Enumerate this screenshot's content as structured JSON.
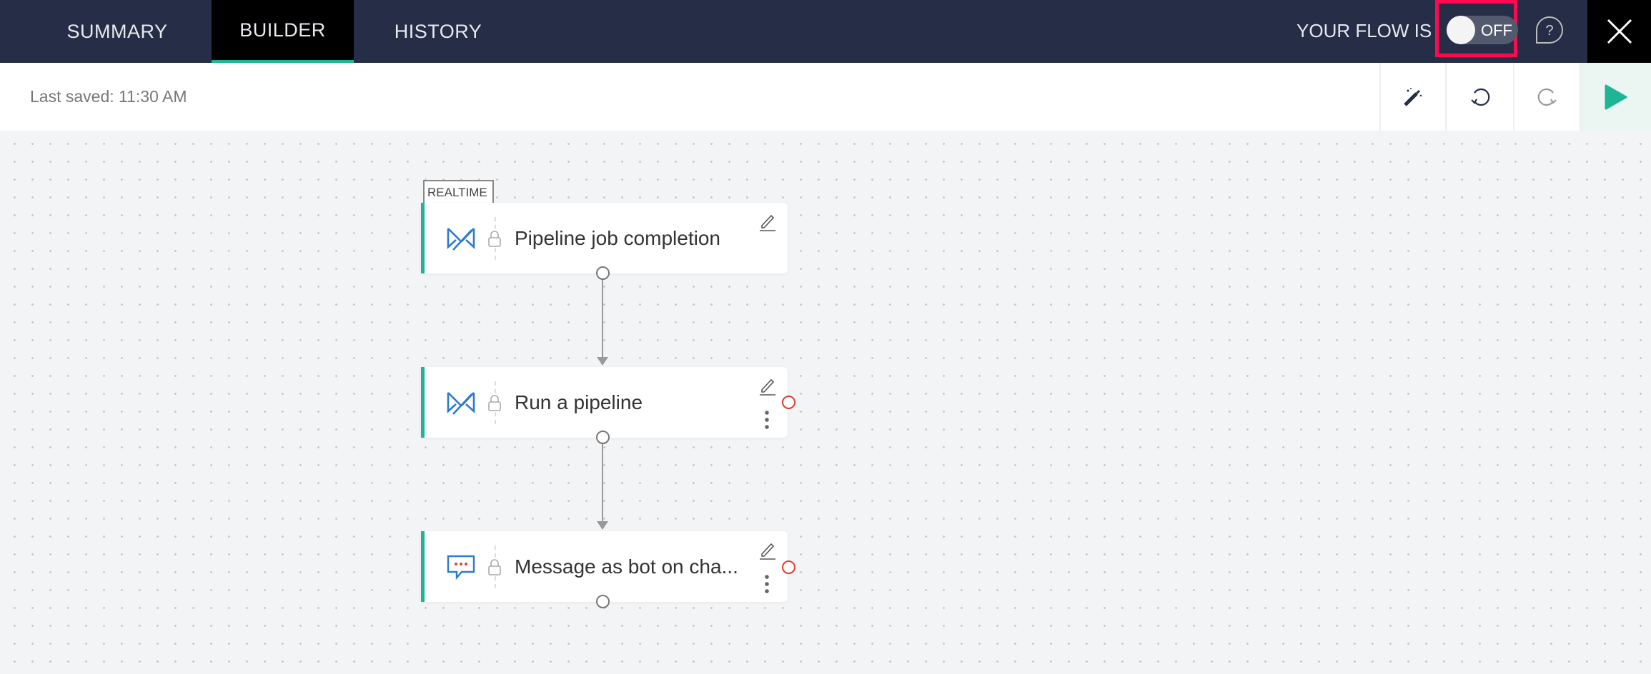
{
  "tabs": [
    {
      "label": "SUMMARY"
    },
    {
      "label": "BUILDER",
      "active": true
    },
    {
      "label": "HISTORY"
    }
  ],
  "flow_status": {
    "label": "YOUR FLOW IS",
    "toggle": "OFF"
  },
  "toolbar": {
    "last_saved": "Last saved: 11:30 AM"
  },
  "colors": {
    "accent": "#1fb594",
    "header": "#262d47",
    "highlight": "#ff0a50"
  },
  "trigger_tag": "REALTIME",
  "nodes": [
    {
      "title": "Pipeline job completion",
      "icon": "pipeline-icon"
    },
    {
      "title": "Run a pipeline",
      "icon": "pipeline-icon"
    },
    {
      "title": "Message as bot on cha...",
      "icon": "chat-message-icon"
    }
  ]
}
